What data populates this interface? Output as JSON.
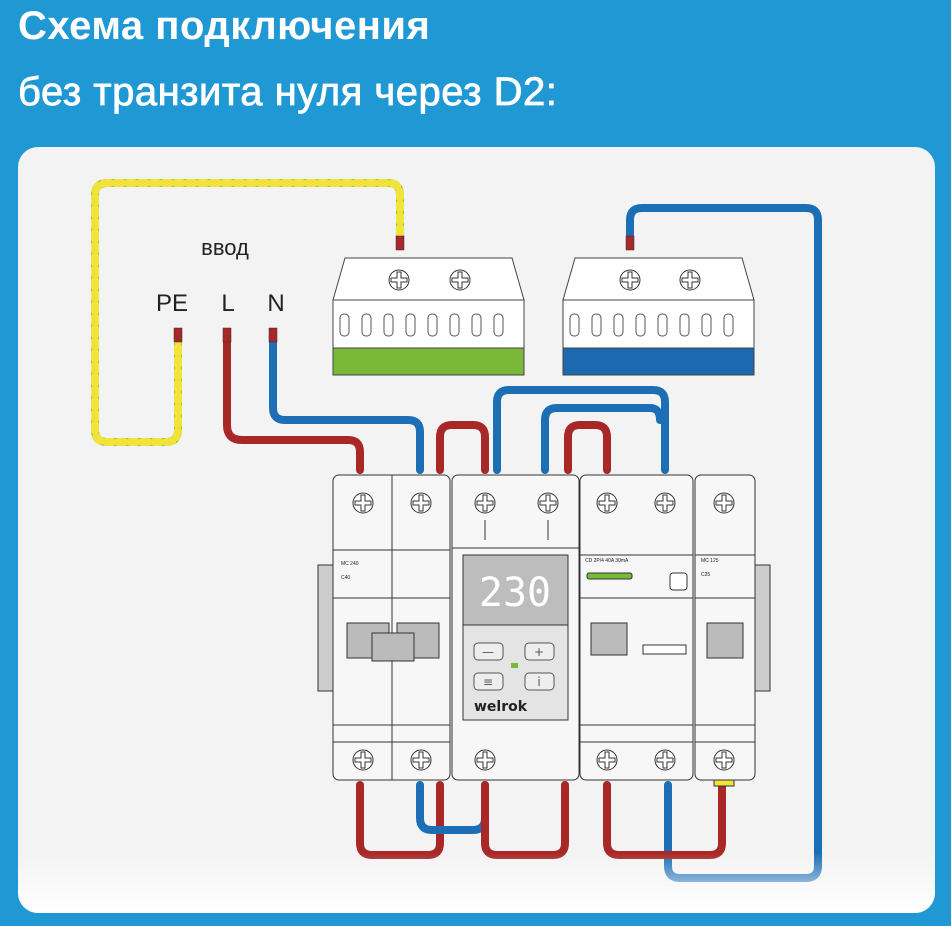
{
  "header": {
    "line1": "Схема подключения",
    "line2": "без транзита нуля через D2:"
  },
  "input": {
    "title": "ввод",
    "terminals": [
      "PE",
      "L",
      "N"
    ]
  },
  "devices": {
    "breaker_2p": {
      "model": "MC 240",
      "rating": "C40"
    },
    "relay": {
      "display": "230",
      "brand": "welrok",
      "buttons": [
        "—",
        "+",
        "≡",
        "i"
      ]
    },
    "rcd": {
      "model": "CD 2P/4 40A 30mA"
    },
    "breaker_1p": {
      "model": "MC 125",
      "rating": "C25"
    }
  },
  "colors": {
    "background": "#1f98d4",
    "phase": "#a82828",
    "neutral": "#1c6fb5",
    "ground_green": "#8cc63f",
    "ground_yellow": "#f2e33a",
    "terminal_green": "#7ab83a",
    "terminal_blue": "#1d69b0"
  }
}
